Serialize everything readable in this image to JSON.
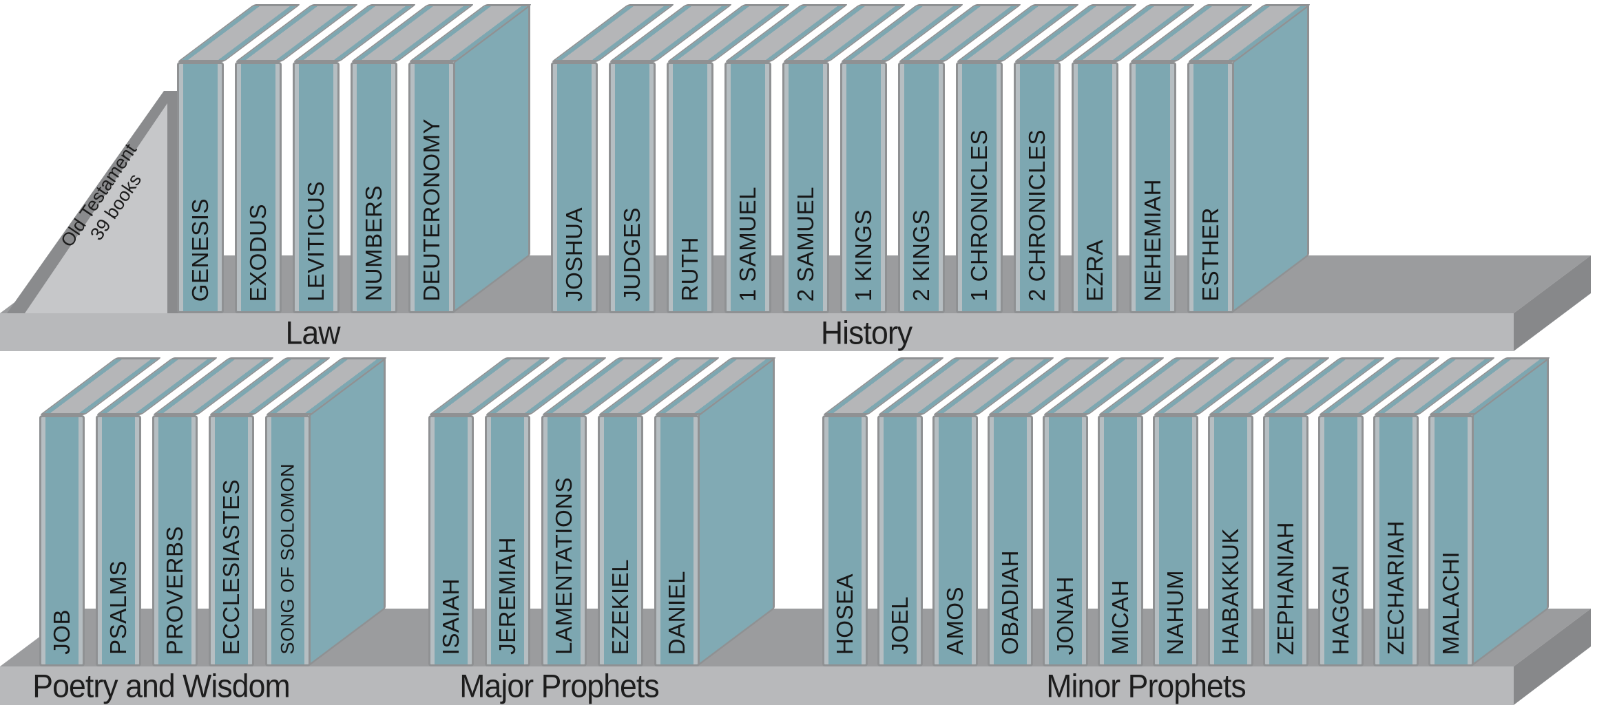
{
  "diagram": {
    "title_hint": "Old Testament bookshelf diagram",
    "bookend": {
      "line1": "Old Testament",
      "line2": "39 books"
    },
    "shelves": [
      {
        "groups": [
          {
            "label": "Law",
            "books": [
              "GENESIS",
              "EXODUS",
              "LEVITICUS",
              "NUMBERS",
              "DEUTERONOMY"
            ]
          },
          {
            "label": "History",
            "books": [
              "JOSHUA",
              "JUDGES",
              "RUTH",
              "1 SAMUEL",
              "2 SAMUEL",
              "1 KINGS",
              "2 KINGS",
              "1 CHRONICLES",
              "2 CHRONICLES",
              "EZRA",
              "NEHEMIAH",
              "ESTHER"
            ]
          }
        ]
      },
      {
        "groups": [
          {
            "label": "Poetry and Wisdom",
            "books": [
              "JOB",
              "PSALMS",
              "PROVERBS",
              "ECCLESIASTES",
              "SONG OF SOLOMON"
            ]
          },
          {
            "label": "Major Prophets",
            "books": [
              "ISAIAH",
              "JEREMIAH",
              "LAMENTATIONS",
              "EZEKIEL",
              "DANIEL"
            ]
          },
          {
            "label": "Minor Prophets",
            "books": [
              "HOSEA",
              "JOEL",
              "AMOS",
              "OBADIAH",
              "JONAH",
              "MICAH",
              "NAHUM",
              "HABAKKUK",
              "ZEPHANIAH",
              "HAGGAI",
              "ZECHARIAH",
              "MALACHI"
            ]
          }
        ]
      }
    ],
    "colors": {
      "book_teal": "#7da7b1",
      "book_cover_teal": "#81aab4",
      "book_edge_highlight": "#b6bec2",
      "book_outline": "#8f9193",
      "pages_gray": "#b5b6b8",
      "shelf_front": "#b8b9bb",
      "shelf_top": "#9b9c9e",
      "shelf_side": "#87888a",
      "bookend_front": "#c6c7c9",
      "bookend_side": "#8a8b8d",
      "text": "#1d1d1d",
      "background": "#ffffff"
    }
  }
}
